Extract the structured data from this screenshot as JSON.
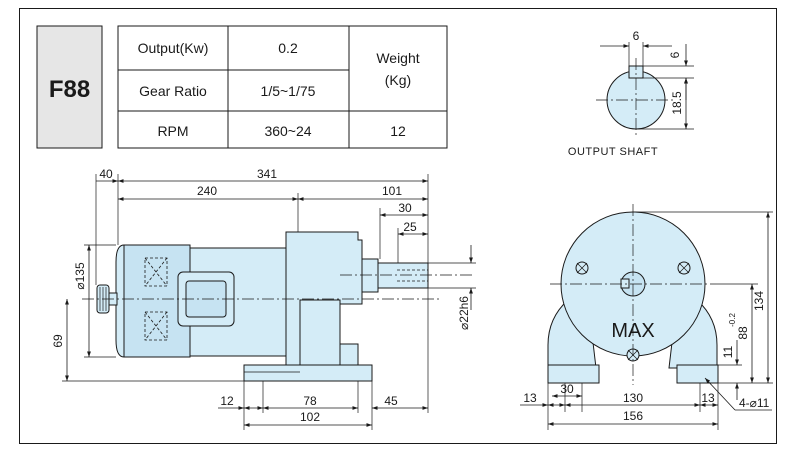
{
  "spec_table": {
    "model": "F88",
    "rows": [
      {
        "label": "Output(Kw)",
        "value": "0.2"
      },
      {
        "label": "Gear Ratio",
        "value": "1/5~1/75"
      },
      {
        "label": "RPM",
        "value": "360~24"
      }
    ],
    "weight_label_line1": "Weight",
    "weight_label_line2": "(Kg)",
    "weight_value": "12"
  },
  "output_shaft": {
    "caption": "OUTPUT SHAFT",
    "key_width": "6",
    "key_depth": "6",
    "shaft_height": "18.5"
  },
  "side_view": {
    "dim_40": "40",
    "dim_341": "341",
    "dim_240": "240",
    "dim_101": "101",
    "dim_30": "30",
    "dim_25": "25",
    "dim_dia135": "⌀135",
    "dim_69": "69",
    "dim_dia22h6": "⌀22h6",
    "dim_12": "12",
    "dim_78": "78",
    "dim_45": "45",
    "dim_102": "102"
  },
  "front_view": {
    "label": "MAX",
    "dim_134": "134",
    "dim_88": "88",
    "dim_88_tol": "-0.2",
    "dim_11_height": "11",
    "dim_13_left": "13",
    "dim_30": "30",
    "dim_130": "130",
    "dim_13_right": "13",
    "dim_156": "156",
    "holes": "4-⌀11"
  },
  "colors": {
    "part_fill": "#d4ecf7",
    "frame": "#1a1a1a"
  }
}
